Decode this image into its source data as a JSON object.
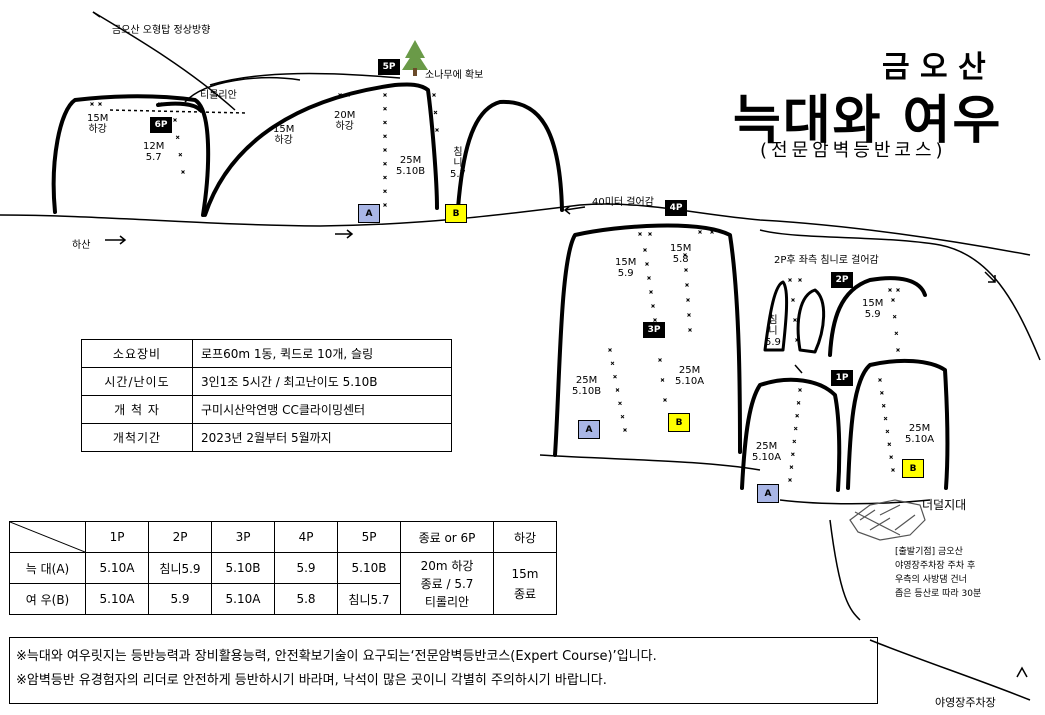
{
  "title": {
    "mountain": "금 오 산",
    "main": "늑대와 여우",
    "sub": "(전문암벽등반코스)"
  },
  "directions": {
    "summit": "금오산 오형탑 정상방향",
    "descent": "하산",
    "walk40": "40미터 걸어감",
    "after2p": "2P후 좌측 침니로 걸어감",
    "talus": "너덜지대",
    "parking": "야영장주차장",
    "start_note": [
      "[출발기점] 금오산",
      "야영장주차장 주차 후",
      "우측의 사방댐 건너",
      "좁은 등산로 따라 30분"
    ]
  },
  "topo_labels": {
    "pine": "소나무에 확보",
    "tyrolean": "티롤리안",
    "l1": [
      "15M",
      "하강"
    ],
    "l2": [
      "12M",
      "5.7"
    ],
    "l3": [
      "15M",
      "하강"
    ],
    "l4": [
      "20M",
      "하강"
    ],
    "l5": [
      "25M",
      "5.10B"
    ],
    "l6": [
      "침",
      "니",
      "5.7"
    ],
    "r1": [
      "15M",
      "5.9"
    ],
    "r2": [
      "15M",
      "5.8"
    ],
    "r3": [
      "25M",
      "5.10B"
    ],
    "r4": [
      "25M",
      "5.10A"
    ],
    "r5": [
      "침",
      "니",
      "5.9"
    ],
    "r6": [
      "15M",
      "5.9"
    ],
    "r7": [
      "25M",
      "5.10A"
    ],
    "r8": [
      "25M",
      "5.10A"
    ],
    "pitches": {
      "p1": "1P",
      "p2": "2P",
      "p3": "3P",
      "p4": "4P",
      "p5": "5P",
      "p6": "6P"
    },
    "route_a": "A",
    "route_b": "B"
  },
  "info_table": [
    {
      "label": "소요장비",
      "value": "로프60m 1동, 퀵드로 10개, 슬링"
    },
    {
      "label": "시간/난이도",
      "value": "3인1조 5시간 / 최고난이도 5.10B"
    },
    {
      "label": "개 척 자",
      "value": "구미시산악연맹 CC클라이밍센터"
    },
    {
      "label": "개척기간",
      "value": "2023년 2월부터 5월까지"
    }
  ],
  "grade_table": {
    "headers": [
      "1P",
      "2P",
      "3P",
      "4P",
      "5P",
      "종료 or 6P",
      "하강"
    ],
    "rows": [
      {
        "name": "늑 대(A)",
        "cells": [
          "5.10A",
          "침니5.9",
          "5.10B",
          "5.9",
          "5.10B"
        ]
      },
      {
        "name": "여 우(B)",
        "cells": [
          "5.10A",
          "5.9",
          "5.10A",
          "5.8",
          "침니5.7"
        ]
      }
    ],
    "merged_end": [
      "20m 하강",
      "종료 / 5.7",
      "티롤리안"
    ],
    "merged_descent": [
      "15m",
      "종료"
    ]
  },
  "notes": [
    "※늑대와 여우릿지는 등반능력과 장비활용능력, 안전확보기술이 요구되는‘전문암벽등반코스(Expert Course)’입니다.",
    "※암벽등반 유경험자의 리더로 안전하게 등반하시기 바라며, 낙석이 많은 곳이니 각별히 주의하시기 바랍니다."
  ],
  "colors": {
    "route_a": "#a9b6e6",
    "route_b": "#ffff00",
    "pitch": "#000000"
  }
}
